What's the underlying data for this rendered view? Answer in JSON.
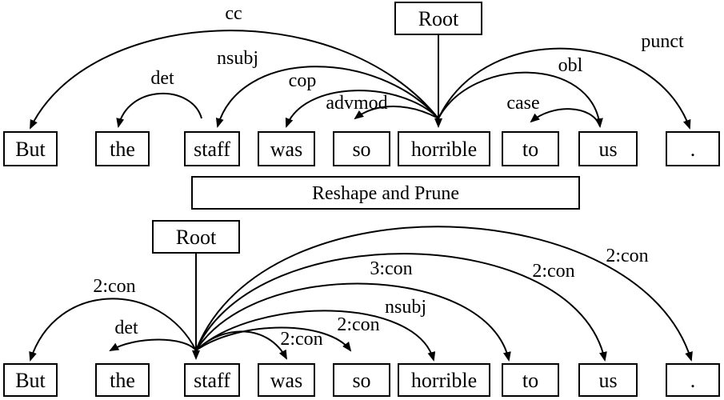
{
  "top": {
    "root_label": "Root",
    "words": [
      "But",
      "the",
      "staff",
      "was",
      "so",
      "horrible",
      "to",
      "us",
      "."
    ],
    "arc_labels": {
      "cc": "cc",
      "det": "det",
      "nsubj": "nsubj",
      "cop": "cop",
      "advmod": "advmod",
      "case": "case",
      "obl": "obl",
      "punct": "punct"
    }
  },
  "banner": {
    "label": "Reshape and Prune"
  },
  "bottom": {
    "root_label": "Root",
    "words": [
      "But",
      "the",
      "staff",
      "was",
      "so",
      "horrible",
      "to",
      "us",
      "."
    ],
    "arc_labels": {
      "but": "2:con",
      "det": "det",
      "was": "2:con",
      "so": "2:con",
      "horrible": "nsubj",
      "to": "3:con",
      "us": "2:con",
      "period": "2:con"
    }
  }
}
